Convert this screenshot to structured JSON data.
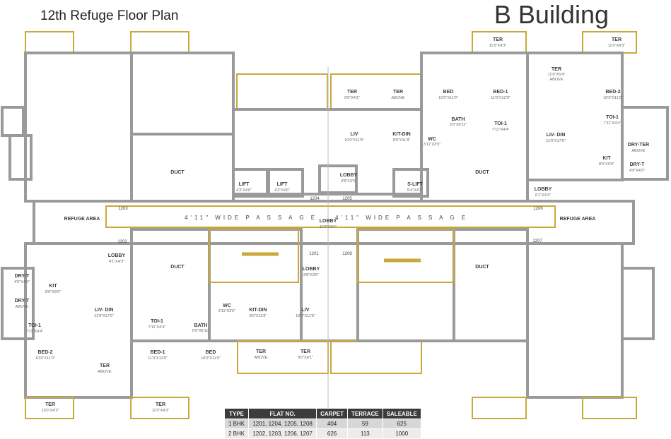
{
  "plan_title": "12th Refuge Floor Plan",
  "building_title": "B Building",
  "passage_labels": [
    "4'11\" WIDE  P A S S A G E",
    "4'11\" WIDE  P A S S A G E"
  ],
  "rooms": [
    {
      "id": "ter-tr1",
      "name": "TER",
      "dim": "11'0\"X4'3\""
    },
    {
      "id": "ter-tr2",
      "name": "TER",
      "dim": "11'0\"X4'3\""
    },
    {
      "id": "ter-tr3",
      "name": "TER",
      "dim": "11'0\"X5'4\"",
      "note": "ABOVE"
    },
    {
      "id": "bed-r",
      "name": "BED",
      "dim": "10'0\"X11'0\""
    },
    {
      "id": "bed1-r",
      "name": "BED-1",
      "dim": "11'0\"X12'0\""
    },
    {
      "id": "bed2-r",
      "name": "BED-2",
      "dim": "10'0\"X11'0\""
    },
    {
      "id": "ter-c1",
      "name": "TER",
      "dim": "9'0\"X4'1\""
    },
    {
      "id": "ter-c2",
      "name": "TER",
      "note": "ABOVE"
    },
    {
      "id": "bath-r",
      "name": "BATH",
      "dim": "5'0\"X8'11\""
    },
    {
      "id": "toi1-r",
      "name": "TOI-1",
      "dim": "7'11\"X4'4\""
    },
    {
      "id": "toi1-rr",
      "name": "TOI-1",
      "dim": "7'11\"X4'4\""
    },
    {
      "id": "liv-c",
      "name": "LIV",
      "dim": "10'0\"X11'8\""
    },
    {
      "id": "kitdin-c",
      "name": "KIT-DIN",
      "dim": "8'0\"X11'8\""
    },
    {
      "id": "wc-r",
      "name": "WC",
      "dim": "3'11\"X3'5\""
    },
    {
      "id": "livdin-r",
      "name": "LIV- DIN",
      "dim": "11'0\"X17'0\""
    },
    {
      "id": "drytr",
      "name": "DRY-TER",
      "note": "ABOVE"
    },
    {
      "id": "dryt-r",
      "name": "DRY-T",
      "dim": "4'9\"X4'3\""
    },
    {
      "id": "kit-r",
      "name": "KIT",
      "dim": "8'0\"X9'0\""
    },
    {
      "id": "duct-tl",
      "name": "DUCT"
    },
    {
      "id": "duct-tr",
      "name": "DUCT"
    },
    {
      "id": "lift1",
      "name": "LIFT",
      "dim": "4'3\"X4'6\""
    },
    {
      "id": "lift2",
      "name": "LIFT",
      "dim": "4'3\"X4'6\""
    },
    {
      "id": "lobby-c",
      "name": "LOBBY",
      "dim": "3'8\"X3'5\""
    },
    {
      "id": "slift",
      "name": "S-LIFT",
      "dim": "5'4\"X4'3\""
    },
    {
      "id": "refuge-l",
      "name": "REFUGE AREA"
    },
    {
      "id": "refuge-r",
      "name": "REFUGE AREA"
    },
    {
      "id": "lobby-r",
      "name": "LOBBY",
      "dim": "6'1\"X4'3\""
    },
    {
      "id": "lobby-main",
      "name": "LOBBY",
      "dim": "11'0\"X3'1\""
    },
    {
      "id": "lobby-l",
      "name": "LOBBY",
      "dim": "4'1\"X4'3\""
    },
    {
      "id": "dryt-l",
      "name": "DRY-T",
      "dim": "4'9\"X4'3\""
    },
    {
      "id": "dryt-l2",
      "name": "DRY-T",
      "note": "ABOVE"
    },
    {
      "id": "kit-l",
      "name": "KIT",
      "dim": "8'0\"X9'0\""
    },
    {
      "id": "toi1-ll",
      "name": "TOI-1",
      "dim": "7'11\"X4'4\""
    },
    {
      "id": "duct-bl",
      "name": "DUCT"
    },
    {
      "id": "duct-br",
      "name": "DUCT"
    },
    {
      "id": "lobby-b",
      "name": "LOBBY",
      "dim": "3'8\"X3'5\""
    },
    {
      "id": "livdin-l",
      "name": "LIV- DIN",
      "dim": "11'0\"X17'0\""
    },
    {
      "id": "wc-l",
      "name": "WC",
      "dim": "3'11\"X3'5\""
    },
    {
      "id": "kitdin-b",
      "name": "KIT-DIN",
      "dim": "8'0\"X11'8\""
    },
    {
      "id": "liv-b",
      "name": "LIV",
      "dim": "10'0\"X11'8\""
    },
    {
      "id": "toi1-l",
      "name": "TOI-1",
      "dim": "7'11\"X4'4\""
    },
    {
      "id": "bath-l",
      "name": "BATH",
      "dim": "5'0\"X8'11\""
    },
    {
      "id": "bed2-l",
      "name": "BED-2",
      "dim": "10'0\"X11'0\""
    },
    {
      "id": "bed1-l",
      "name": "BED-1",
      "dim": "11'0\"X12'0\""
    },
    {
      "id": "bed-l",
      "name": "BED",
      "dim": "10'0\"X11'0\""
    },
    {
      "id": "ter-bl2",
      "name": "TER",
      "note": "ABOVE"
    },
    {
      "id": "ter-bc1",
      "name": "TER",
      "note": "ABOVE"
    },
    {
      "id": "ter-bc2",
      "name": "TER",
      "dim": "9'0\"X4'1\""
    },
    {
      "id": "ter-bl1",
      "name": "TER",
      "dim": "10'0\"X4'3\""
    },
    {
      "id": "ter-bl3",
      "name": "TER",
      "dim": "11'0\"X4'3\""
    }
  ],
  "flat_numbers": [
    "1201",
    "1202",
    "1203",
    "1204",
    "1205",
    "1206",
    "1207",
    "1208"
  ],
  "summary": {
    "headers": [
      "TYPE",
      "FLAT NO.",
      "CARPET",
      "TERRACE",
      "SALEABLE"
    ],
    "rows": [
      [
        "1 BHK",
        "1201,  1204,  1205,  1208",
        "404",
        "59",
        "625"
      ],
      [
        "2 BHK",
        "1202,  1203,  1206,  1207",
        "626",
        "113",
        "1000"
      ]
    ]
  }
}
